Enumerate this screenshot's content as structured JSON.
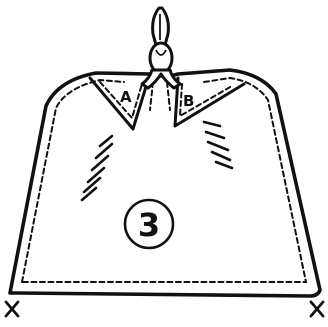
{
  "diagram": {
    "fold_labels": {
      "left": "A",
      "right": "B"
    },
    "step_number": "3",
    "corner_marks": {
      "left": "×",
      "right": "×"
    },
    "ink_color": "#111111",
    "paper_color": "#ffffff"
  }
}
